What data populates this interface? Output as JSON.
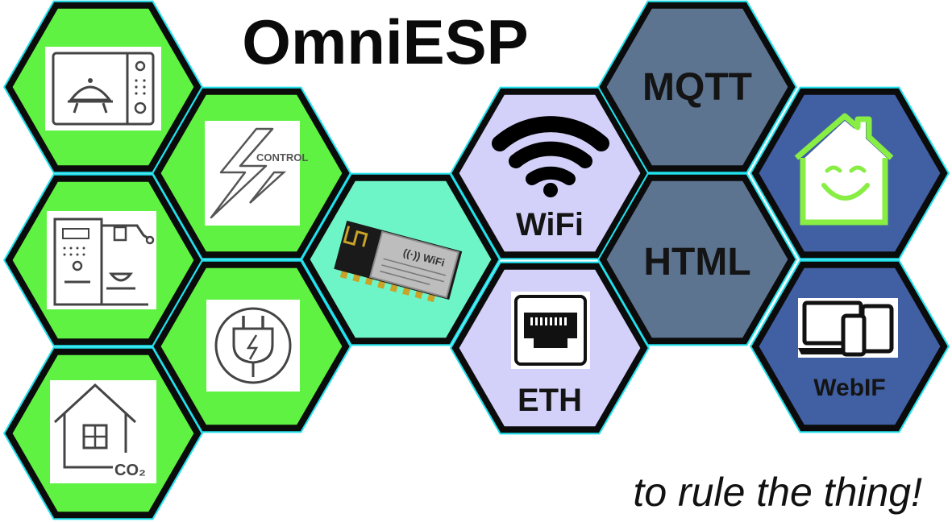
{
  "title": "OmniESP",
  "tagline": "to rule the thing!",
  "labels": {
    "wifi": "WiFi",
    "eth": "ETH",
    "mqtt": "MQTT",
    "html": "HTML",
    "webif": "WebIF",
    "control": "CONTROL",
    "co2": "CO₂",
    "chip_wifi": "((·)) WiFi"
  },
  "colors": {
    "green": "#5ff243",
    "chip_teal": "#6ef5c7",
    "lavender": "#d3d1f9",
    "slate": "#5d7491",
    "navy": "#4060a3",
    "cyan_border": "#21e1ec",
    "black_border": "#0b0b0b"
  },
  "icons": [
    "microwave-icon",
    "control-lightning-icon",
    "coffee-machine-icon",
    "plug-icon",
    "house-co2-icon",
    "esp-chip-icon",
    "wifi-icon",
    "ethernet-icon",
    "smart-home-icon",
    "devices-icon"
  ]
}
